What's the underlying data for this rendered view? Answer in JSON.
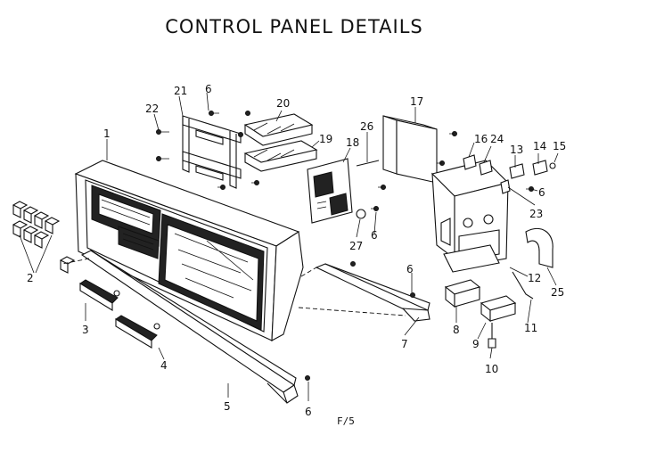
{
  "diagram": {
    "title": "CONTROL PANEL DETAILS",
    "footer_code": "F/5",
    "callouts": [
      "1",
      "2",
      "3",
      "4",
      "5",
      "6",
      "7",
      "8",
      "9",
      "10",
      "11",
      "12",
      "13",
      "14",
      "15",
      "16",
      "17",
      "18",
      "19",
      "20",
      "21",
      "22",
      "23",
      "24",
      "25",
      "26",
      "27"
    ]
  }
}
